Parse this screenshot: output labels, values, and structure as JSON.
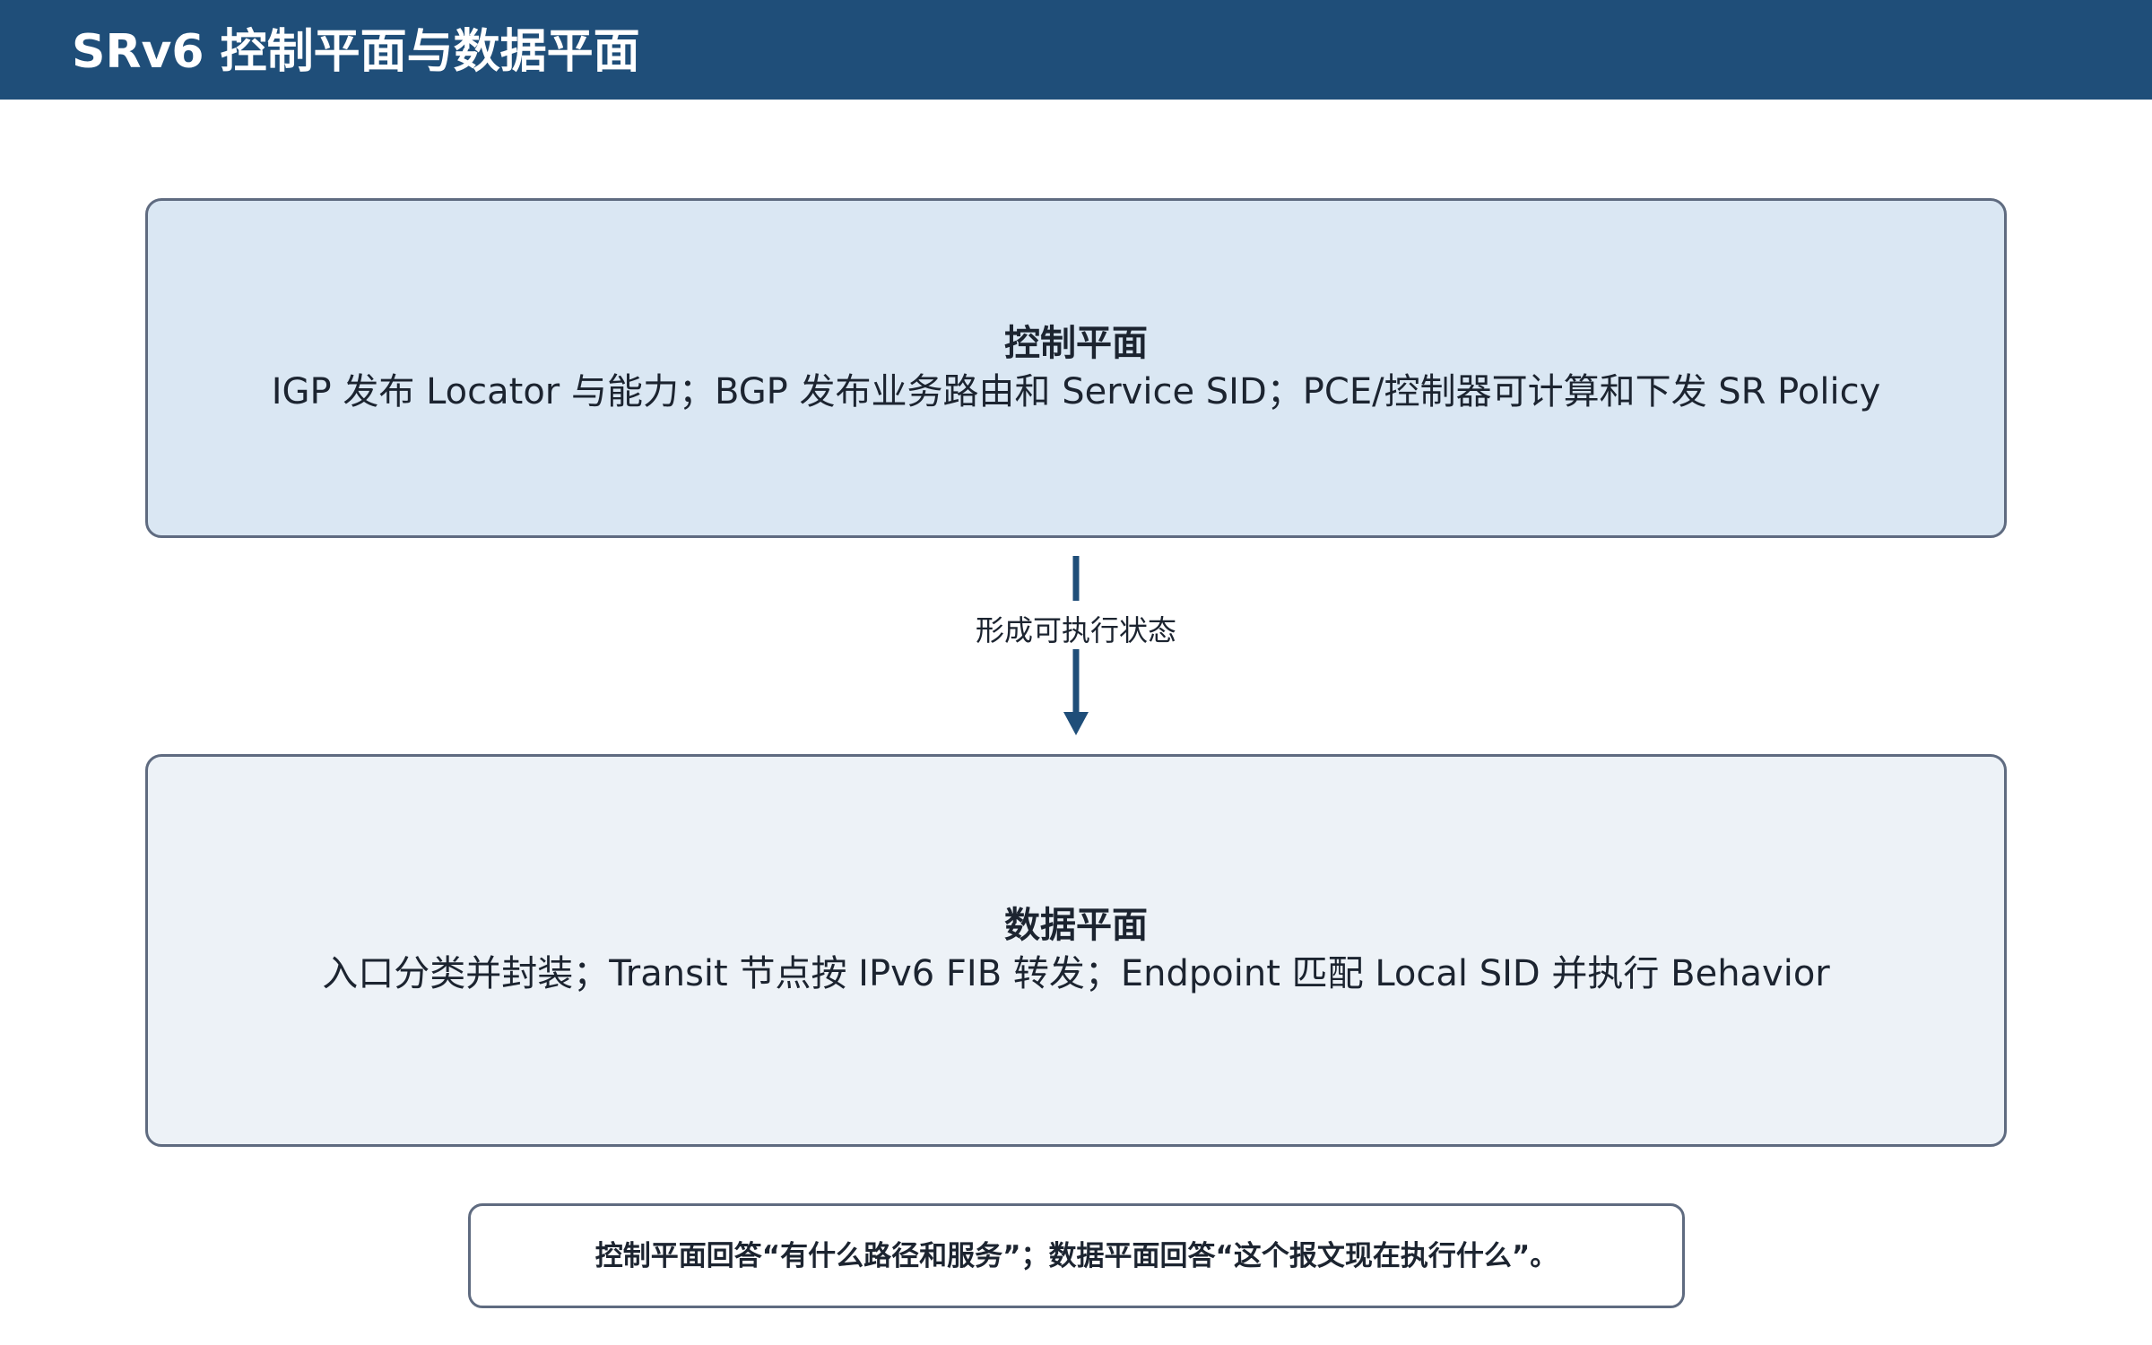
{
  "header": {
    "title": "SRv6 控制平面与数据平面"
  },
  "control_plane": {
    "title": "控制平面",
    "body": "IGP 发布 Locator 与能力；BGP 发布业务路由和 Service SID；PCE/控制器可计算和下发 SR Policy"
  },
  "connector": {
    "label": "形成可执行状态"
  },
  "data_plane": {
    "title": "数据平面",
    "body": "入口分类并封装；Transit 节点按 IPv6 FIB 转发；Endpoint 匹配 Local SID 并执行 Behavior"
  },
  "summary": {
    "text": "控制平面回答“有什么路径和服务”；数据平面回答“这个报文现在执行什么”。"
  },
  "colors": {
    "header_bg": "#1f4e79",
    "control_fill": "#dae7f3",
    "data_fill": "#edf2f7",
    "border": "#5f6b80",
    "arrow": "#1f4e79"
  }
}
